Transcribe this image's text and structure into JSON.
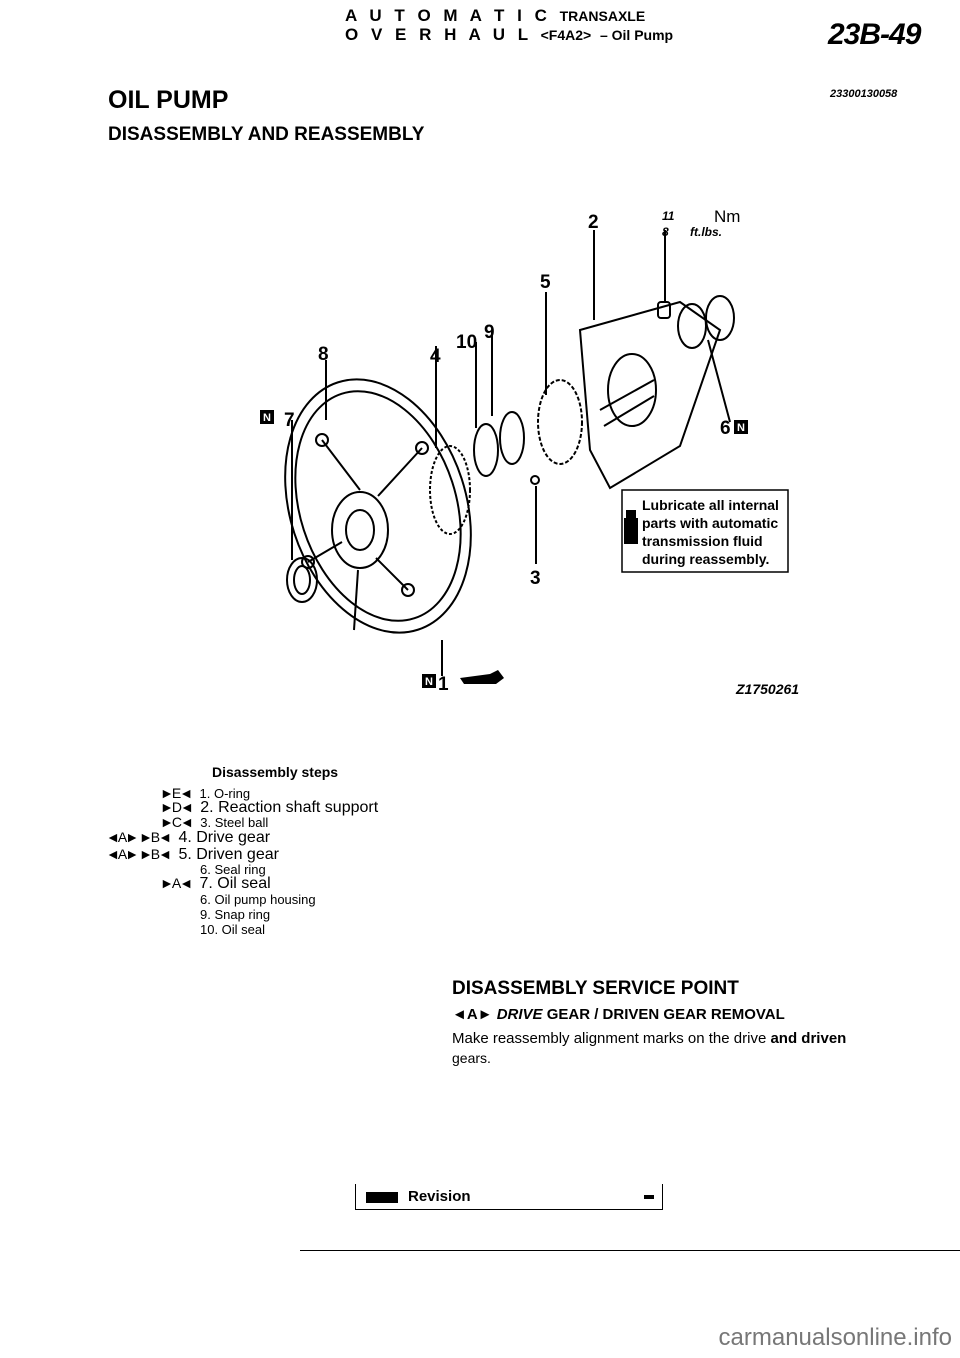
{
  "header": {
    "line1_prefix": "A U T O M A T I C",
    "line1_suffix": "TRANSAXLE",
    "line2_prefix": "O V E R H A U L",
    "line2_model": "<F4A2>",
    "line2_suffix": "– Oil Pump",
    "page_code": "23B-49",
    "doc_id": "23300130058"
  },
  "section": {
    "title": "OIL PUMP",
    "subtitle": "DISASSEMBLY AND REASSEMBLY"
  },
  "diagram": {
    "callouts": [
      "2",
      "5",
      "8",
      "4",
      "10",
      "9",
      "7",
      "6",
      "3",
      "1"
    ],
    "torque_nm": "11",
    "torque_nm_unit": "Nm",
    "torque_ftlbs": "8",
    "torque_ftlbs_unit": "ft.lbs.",
    "note_line1": "Lubricate all internal",
    "note_line2": "parts with automatic",
    "note_line3": "transmission fluid",
    "note_line4": "during reassembly.",
    "figure_id": "Z1750261",
    "new_part_marker": "N"
  },
  "steps": {
    "heading": "Disassembly   steps",
    "items": [
      {
        "marks": "►E◄",
        "text": "1. O-ring"
      },
      {
        "marks": "►D◄",
        "text": "2. Reaction shaft support"
      },
      {
        "marks": "►C◄",
        "text": "3. Steel ball"
      },
      {
        "marks": "◄A► ►B◄",
        "text": "4. Drive gear"
      },
      {
        "marks": "◄A► ►B◄",
        "text": "5. Driven gear"
      },
      {
        "marks": "",
        "text": "6. Seal ring"
      },
      {
        "marks": "►A◄",
        "text": "7. Oil seal"
      },
      {
        "marks": "",
        "text": "6. Oil pump housing"
      },
      {
        "marks": "",
        "text": "9. Snap ring"
      },
      {
        "marks": "",
        "text": "10. Oil seal"
      }
    ]
  },
  "service": {
    "heading": "DISASSEMBLY SERVICE POINT",
    "sub_marker": "◄A►",
    "sub_drive": "DRIVE",
    "sub_rest": "GEAR / DRIVEN GEAR REMOVAL",
    "body_a": "Make reassembly alignment marks on the drive ",
    "body_b": "and driven",
    "body_c": "gears."
  },
  "footer": {
    "revision_label": "Revision",
    "watermark": "carmanualsonline.info"
  }
}
